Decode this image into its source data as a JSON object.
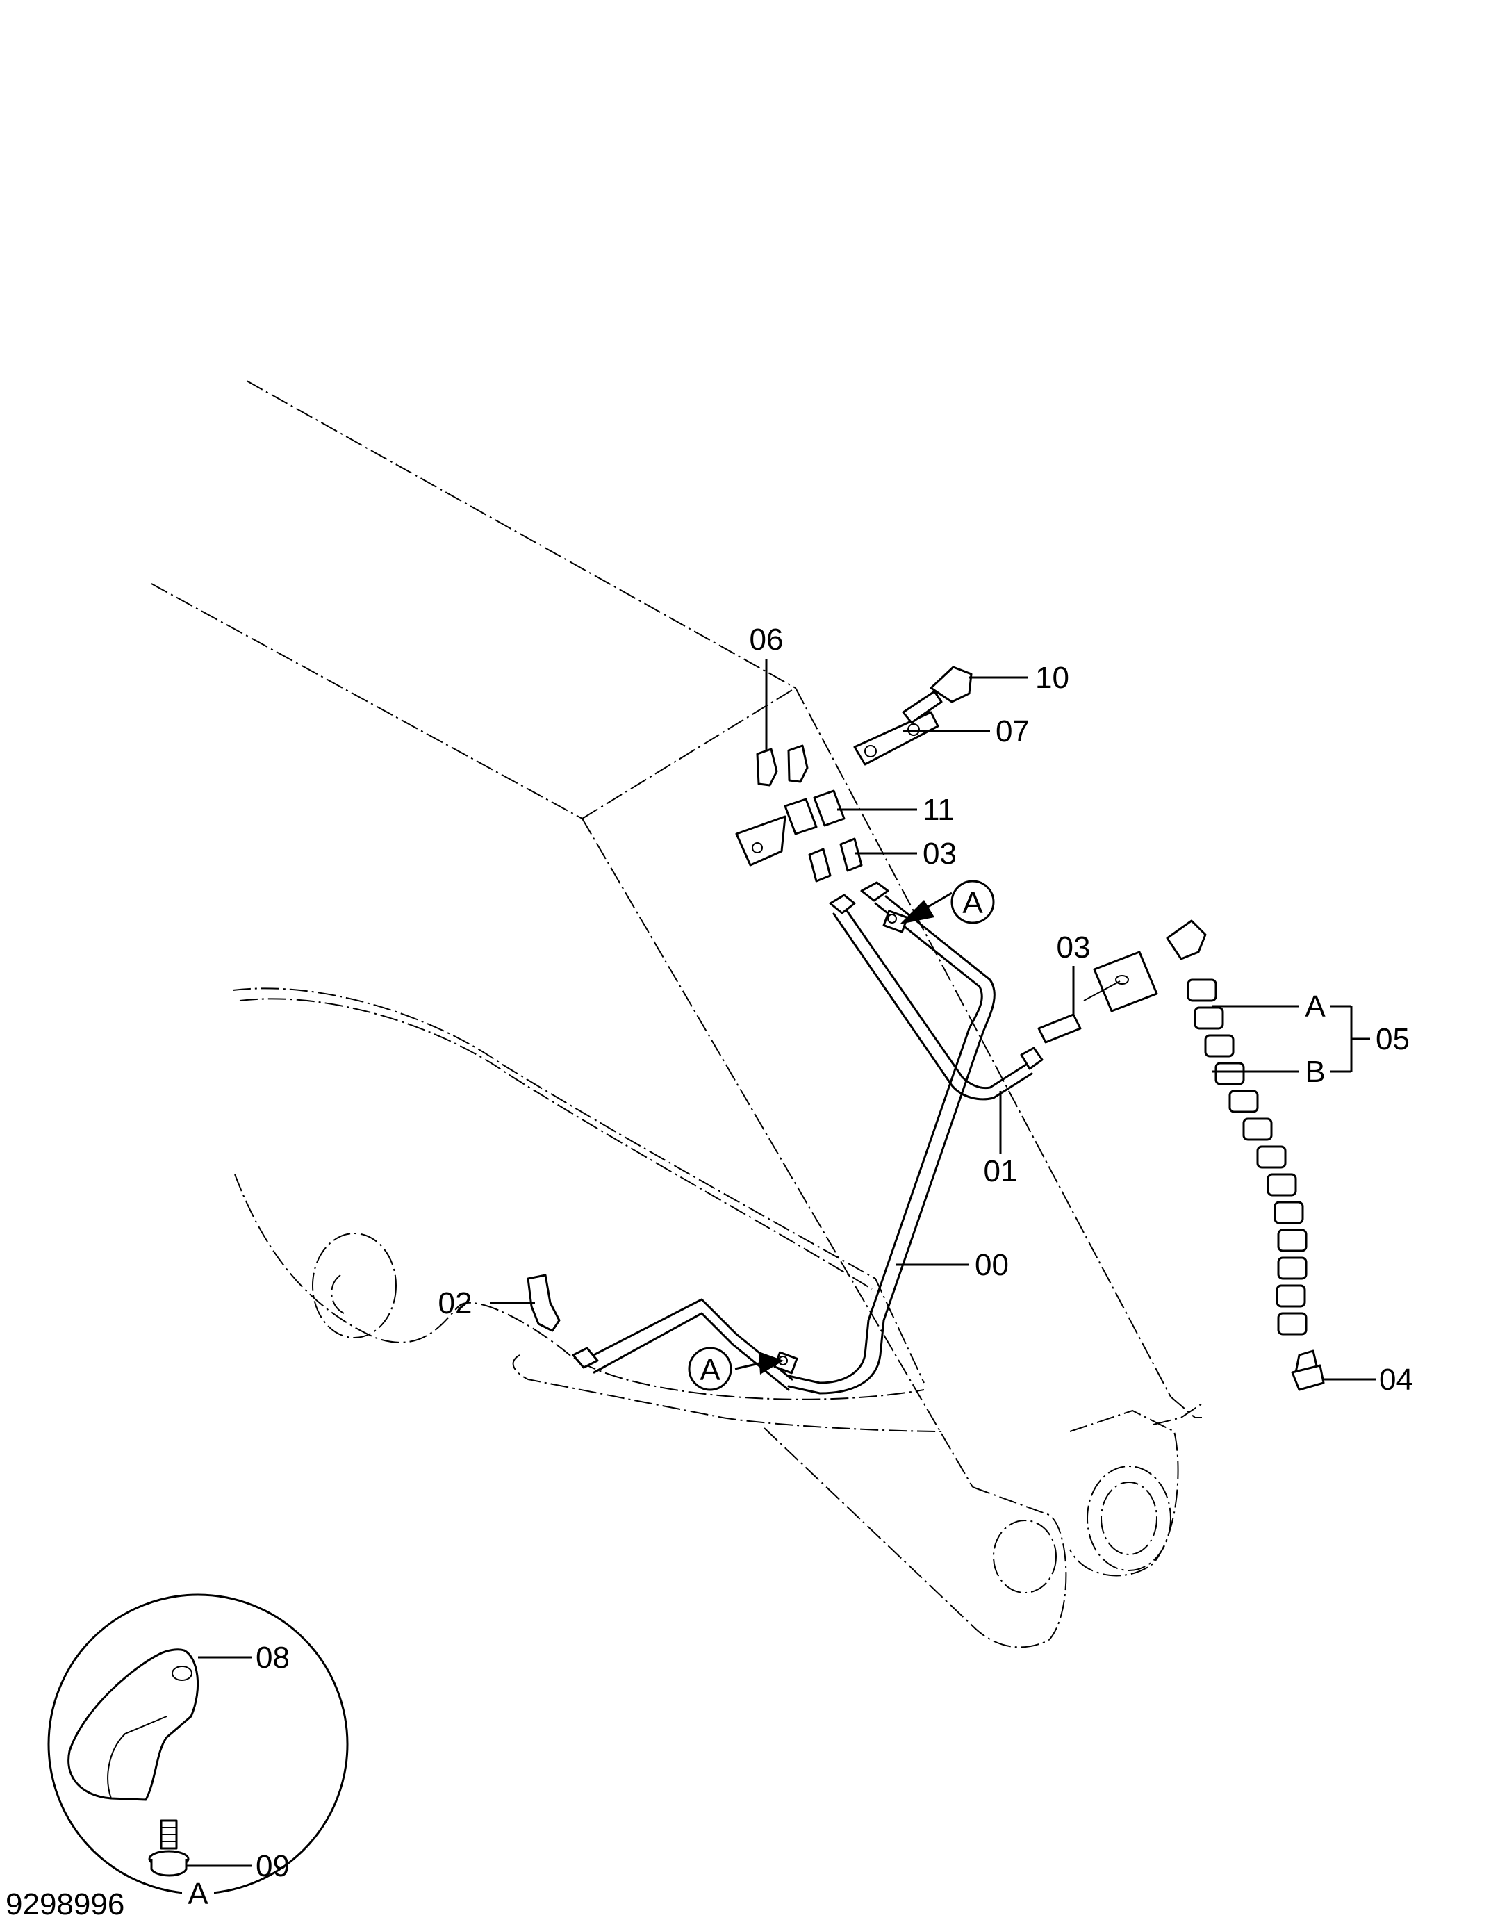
{
  "drawing_number": "9298996",
  "detail_view_label": "A",
  "callouts": {
    "p00": "00",
    "p01": "01",
    "p02": "02",
    "p03_upper": "03",
    "p03_right": "03",
    "p04": "04",
    "p05": "05",
    "p06": "06",
    "p07": "07",
    "p08": "08",
    "p09": "09",
    "p10": "10",
    "p11": "11"
  },
  "hose_ends": {
    "end_a": "A",
    "end_b": "B"
  },
  "view_markers": {
    "upper": "A",
    "lower": "A"
  }
}
